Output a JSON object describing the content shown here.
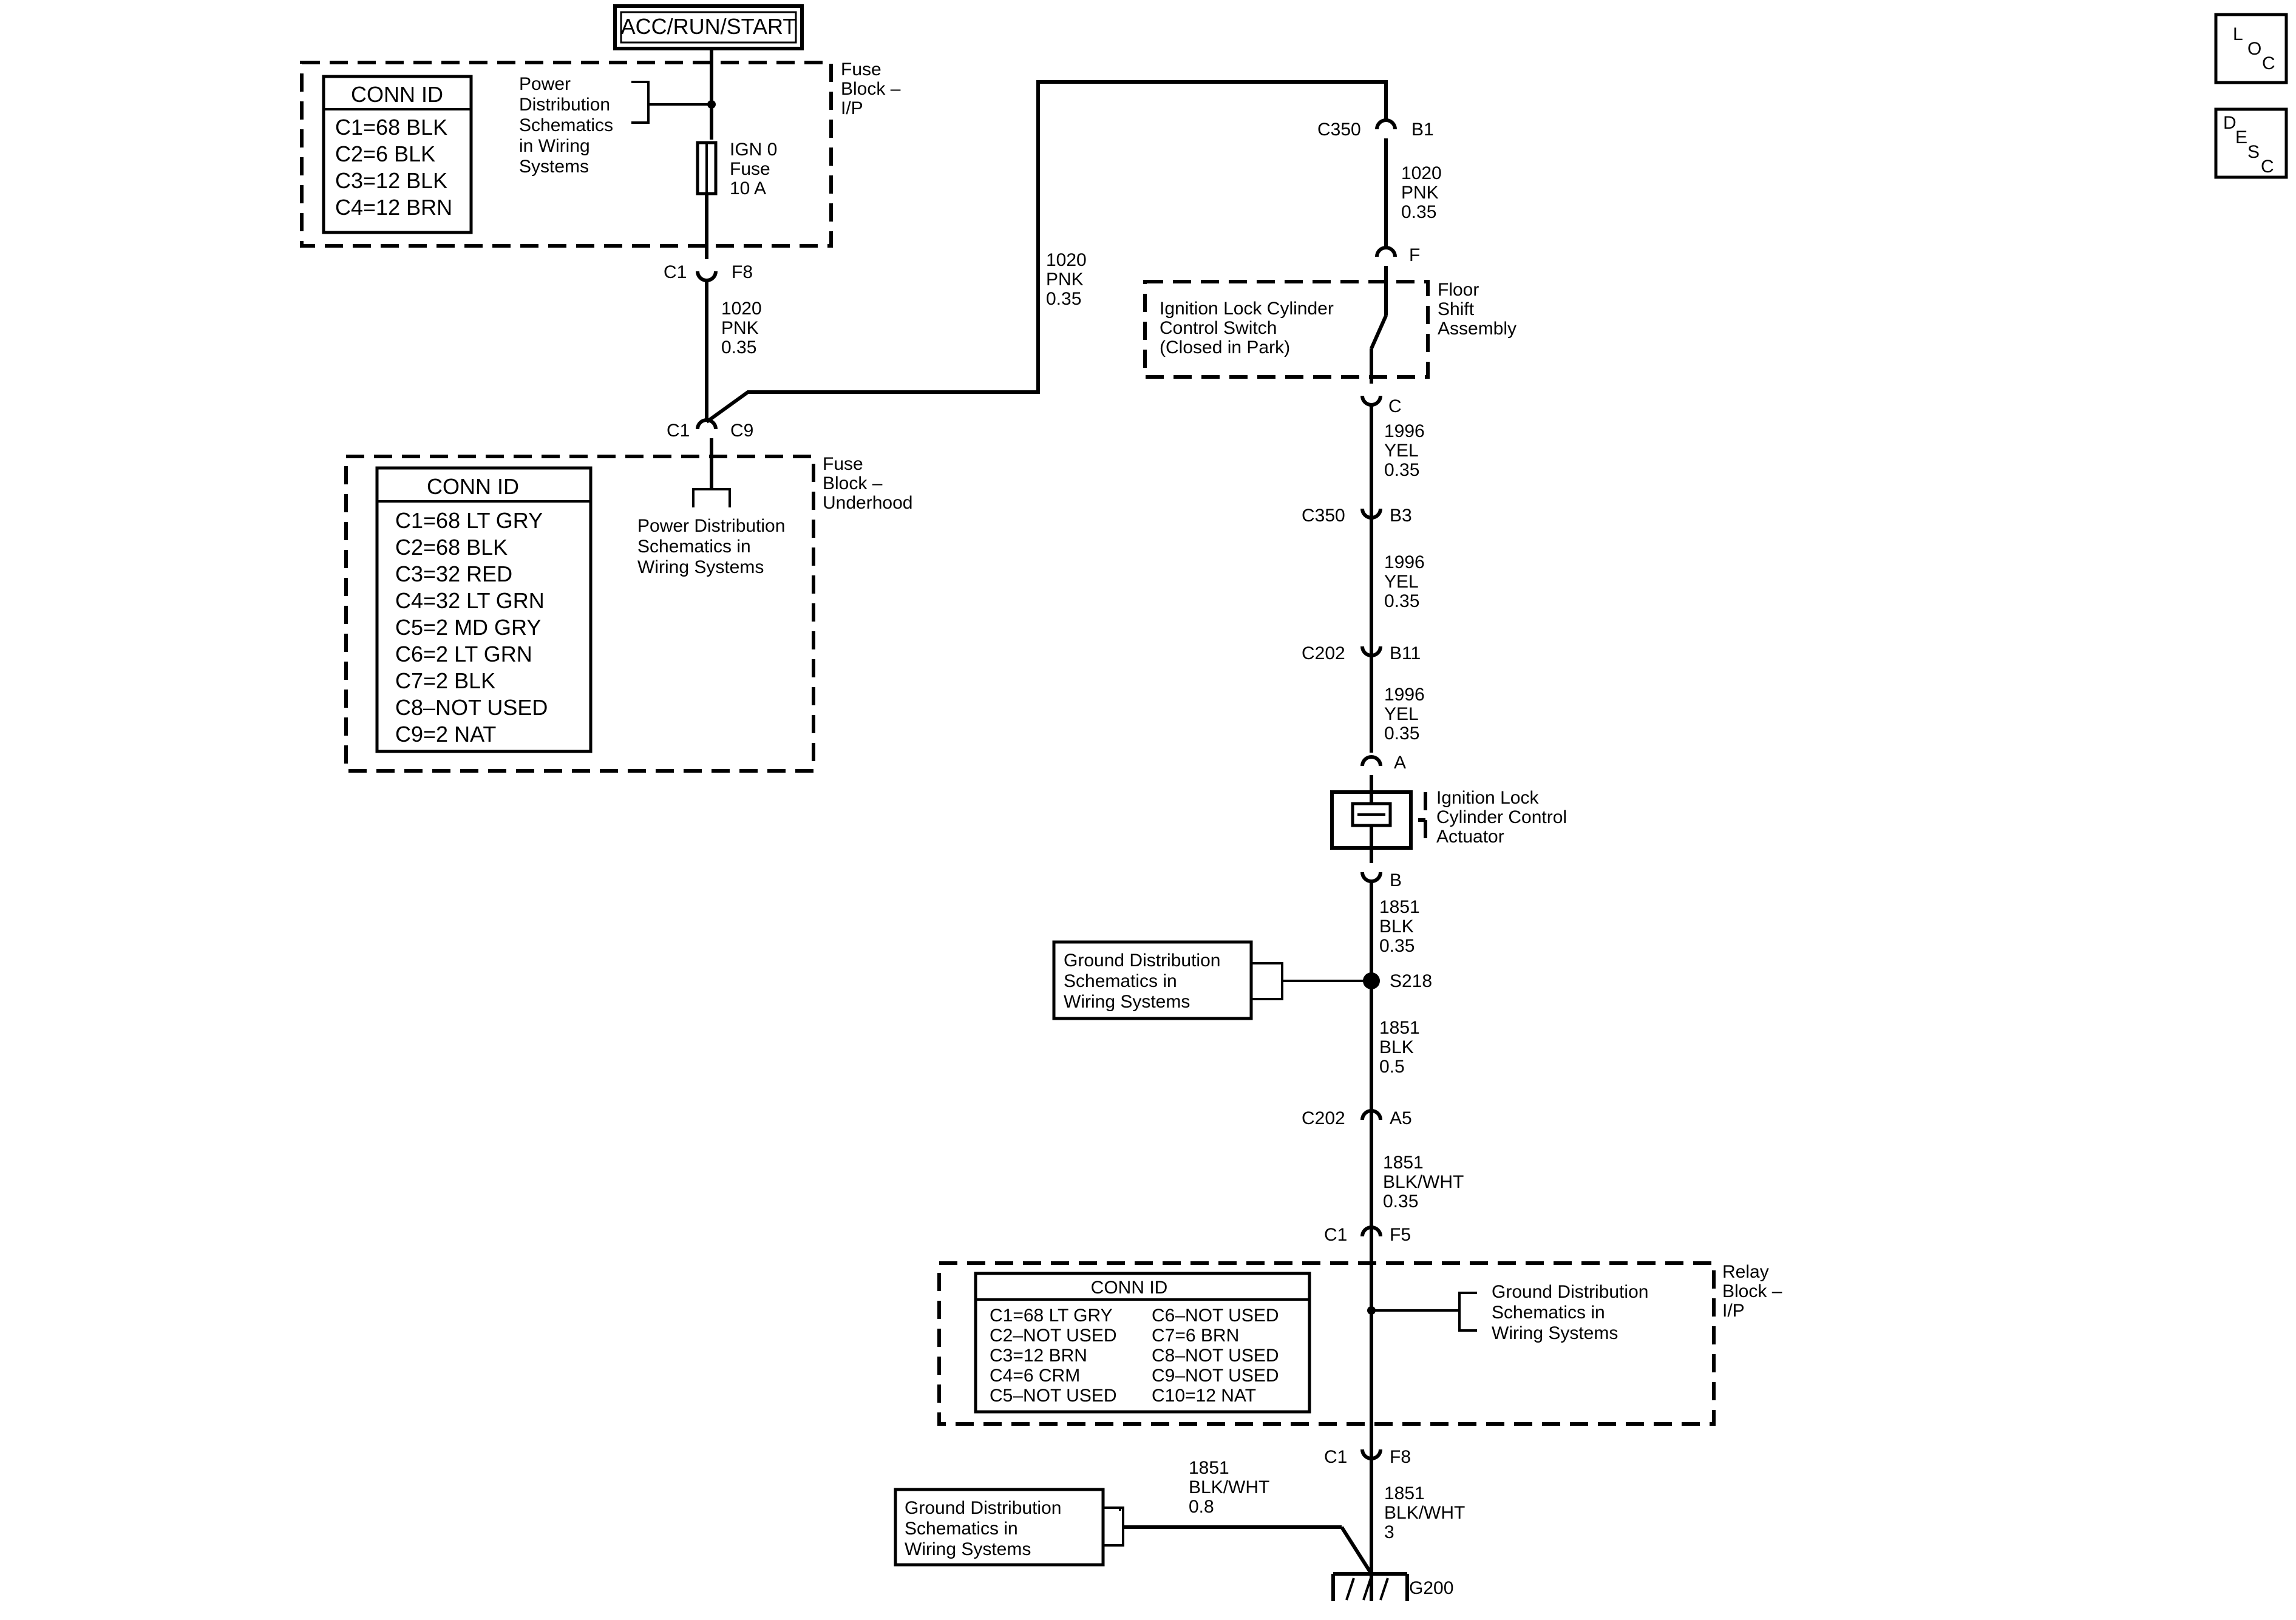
{
  "header": {
    "source": "ACC/RUN/START"
  },
  "nav_buttons": {
    "loc": [
      "L",
      "O",
      "C"
    ],
    "desc": [
      "D",
      "E",
      "S",
      "C"
    ]
  },
  "fuse_block_ip": {
    "label": [
      "Fuse",
      "Block –",
      "I/P"
    ],
    "conn_title": "CONN ID",
    "conn_rows": [
      "C1=68 BLK",
      "C2=6 BLK",
      "C3=12 BLK",
      "C4=12 BRN"
    ],
    "power_ref": [
      "Power",
      "Distribution",
      "Schematics",
      "in Wiring",
      "Systems"
    ],
    "fuse": [
      "IGN 0",
      "Fuse",
      "10 A"
    ],
    "out_conn": "C1",
    "out_pin": "F8"
  },
  "wire_fuse_to_underhood": [
    "1020",
    "PNK",
    "0.35"
  ],
  "fuse_block_underhood": {
    "label": [
      "Fuse",
      "Block –",
      "Underhood"
    ],
    "conn_title": "CONN ID",
    "conn_rows": [
      "C1=68 LT GRY",
      "C2=68 BLK",
      "C3=32 RED",
      "C4=32 LT GRN",
      "C5=2 MD GRY",
      "C6=2 LT GRN",
      "C7=2 BLK",
      "C8–NOT USED",
      "C9=2 NAT"
    ],
    "power_ref": [
      "Power Distribution",
      "Schematics in",
      "Wiring  Systems"
    ],
    "in_conn": "C1",
    "in_pin": "C9"
  },
  "wire_to_c350": [
    "1020",
    "PNK",
    "0.35"
  ],
  "c350_b1": {
    "conn": "C350",
    "pin": "B1"
  },
  "wire_c350_to_switch": [
    "1020",
    "PNK",
    "0.35"
  ],
  "floor_shift": {
    "label": [
      "Floor",
      "Shift",
      "Assembly"
    ],
    "switch_label": [
      "Ignition Lock Cylinder",
      "Control Switch",
      "(Closed in Park)"
    ],
    "pin_in": "F",
    "pin_out": "C"
  },
  "wire_switch_to_c350": [
    "1996",
    "YEL",
    "0.35"
  ],
  "c350_b3": {
    "conn": "C350",
    "pin": "B3"
  },
  "wire_c350_to_c202": [
    "1996",
    "YEL",
    "0.35"
  ],
  "c202_b11": {
    "conn": "C202",
    "pin": "B11"
  },
  "wire_c202_to_actuator": [
    "1996",
    "YEL",
    "0.35"
  ],
  "actuator": {
    "label": [
      "Ignition Lock",
      "Cylinder Control",
      "Actuator"
    ],
    "pin_in": "A",
    "pin_out": "B"
  },
  "wire_actuator_to_splice": [
    "1851",
    "BLK",
    "0.35"
  ],
  "splice": {
    "name": "S218",
    "ground_ref": [
      "Ground Distribution",
      "Schematics in",
      "Wiring Systems"
    ]
  },
  "wire_splice_to_c202": [
    "1851",
    "BLK",
    "0.5"
  ],
  "c202_a5": {
    "conn": "C202",
    "pin": "A5"
  },
  "wire_c202_to_relay": [
    "1851",
    "BLK/WHT",
    "0.35"
  ],
  "relay_in": {
    "conn": "C1",
    "pin": "F5"
  },
  "relay_block": {
    "label": [
      "Relay",
      "Block –",
      "I/P"
    ],
    "conn_title": "CONN ID",
    "conn_rows_left": [
      "C1=68 LT GRY",
      "C2–NOT USED",
      "C3=12 BRN",
      "C4=6 CRM",
      "C5–NOT USED"
    ],
    "conn_rows_right": [
      "C6–NOT USED",
      "C7=6 BRN",
      "C8–NOT USED",
      "C9–NOT USED",
      "C10=12 NAT"
    ],
    "ground_ref": [
      "Ground Distribution",
      "Schematics in",
      "Wiring Systems"
    ]
  },
  "relay_out": {
    "conn": "C1",
    "pin": "F8"
  },
  "wire_relay_to_ground": [
    "1851",
    "BLK/WHT",
    "3"
  ],
  "wire_side_ground": [
    "1851",
    "BLK/WHT",
    "0.8"
  ],
  "ground_ref_bottom": [
    "Ground Distribution",
    "Schematics in",
    "Wiring Systems"
  ],
  "ground": {
    "name": "G200"
  }
}
